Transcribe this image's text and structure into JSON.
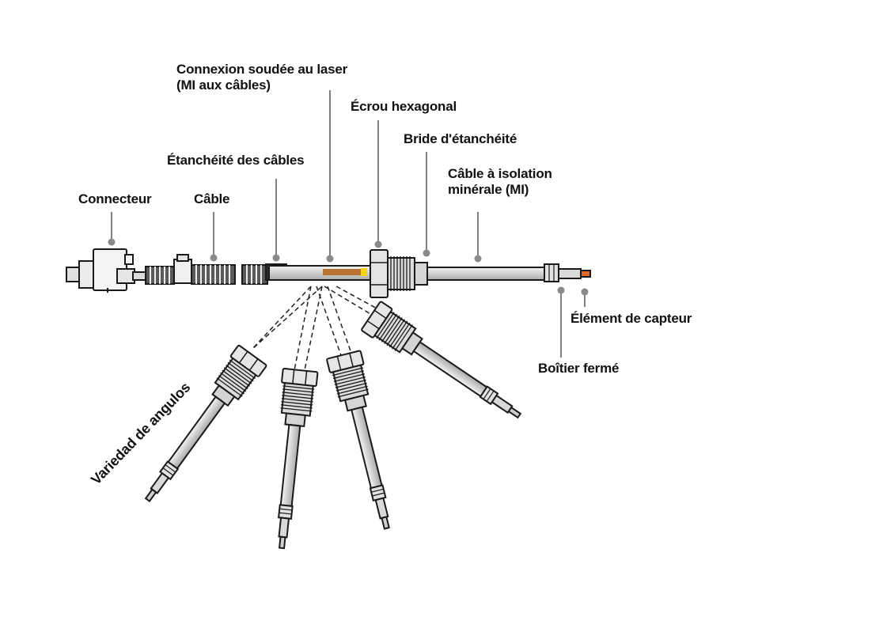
{
  "labels": {
    "connector": "Connecteur",
    "cable": "Câble",
    "cable_seal": "Étanchéité des câbles",
    "laser_weld_line1": "Connexion soudée au laser",
    "laser_weld_line2": "(MI aux câbles)",
    "hex_nut": "Écrou hexagonal",
    "sealing_flange": "Bride d'étanchéité",
    "mi_cable_line1": "Câble à isolation",
    "mi_cable_line2": "minérale (MI)",
    "sensor_element": "Élément de capteur",
    "closed_housing": "Boîtier fermé",
    "angle_variety": "Variedad de angulos"
  },
  "colors": {
    "outline": "#1a1a1a",
    "metal": "#d9d9d9",
    "leader_dot": "#8a8a8a",
    "copper": "#b87333",
    "yellow": "#f2d21b",
    "orange_tip": "#e06a2a"
  }
}
